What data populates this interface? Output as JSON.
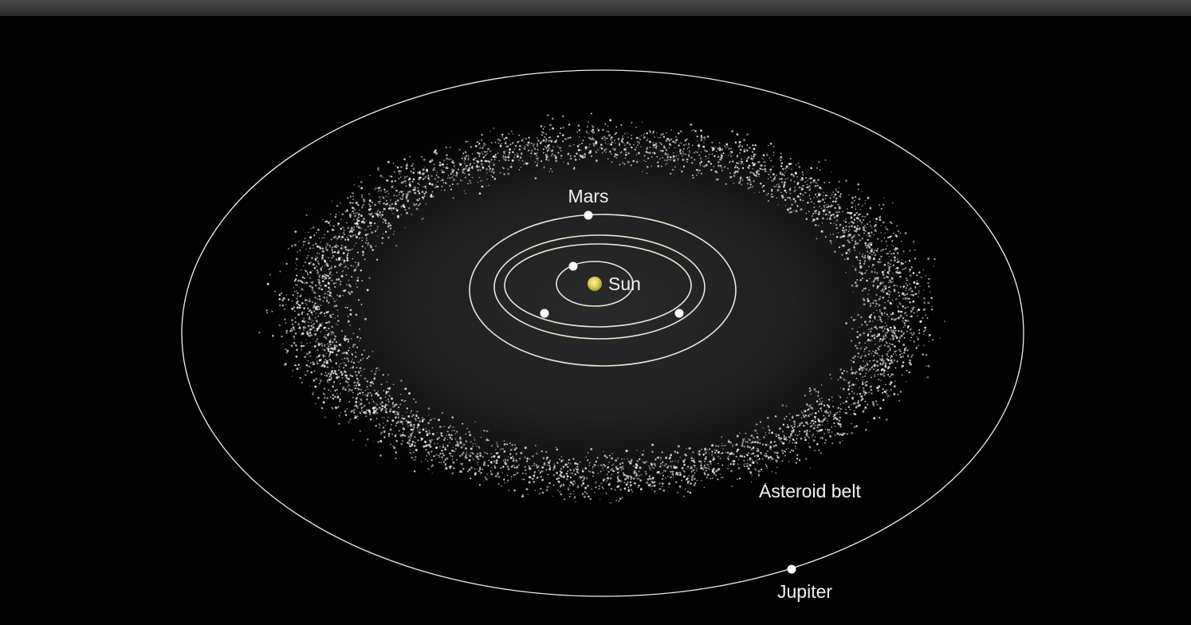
{
  "diagram": {
    "labels": {
      "mars": "Mars",
      "sun": "Sun",
      "asteroid_belt": "Asteroid belt",
      "jupiter": "Jupiter"
    },
    "colors": {
      "background": "#020202",
      "top_strip": "#3a3a3a",
      "orbit_line": "#f0f0e8",
      "sun": "#d8c84a",
      "planet": "#ffffff",
      "asteroid": "#e8e8e8",
      "text": "#f2f2f2"
    },
    "bodies": [
      "Sun",
      "Mercury",
      "Venus",
      "Earth",
      "Mars",
      "Jupiter"
    ]
  }
}
